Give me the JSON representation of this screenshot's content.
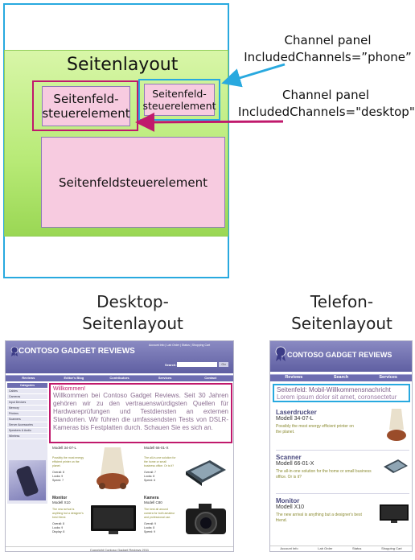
{
  "diagram": {
    "layout_title": "Seitenlayout",
    "control_a": "Seitenfeld-\nsteuerelement",
    "control_b": "Seitenfeld-\nsteuerelement",
    "control_c": "Seitenfeldsteuerelement",
    "annotation_phone": "Channel panel\nIncludedChannels=”phone”",
    "annotation_desktop": "Channel panel\nIncludedChannels=\"desktop\"",
    "colors": {
      "phone": "#28a9df",
      "desktop": "#c0196c",
      "layout": "#b7ea76",
      "control": "#f7cbe0"
    }
  },
  "captions": {
    "desktop": "Desktop-\nSeitenlayout",
    "phone": "Telefon-\nSeitenlayout"
  },
  "desktop_mock": {
    "logo": "CONTOSO GADGET REVIEWS",
    "top_links": "Account Info  |  Lab Order  |  Status  |  Shopping Cart",
    "search_label": "Search:",
    "search_button": "Go",
    "nav": [
      "Reviews",
      "Editor's Blog",
      "Contributors",
      "Services",
      "Contact"
    ],
    "categories_header": "Categories",
    "categories": [
      "Cables",
      "Cameras",
      "Input Devices",
      "Memory",
      "Printers",
      "Scanners",
      "Server Accessories",
      "Speakers & Audio",
      "Wireless"
    ],
    "welcome_title": "Willkommen!",
    "welcome_text": "Willkommen bei Contoso Gadget Reviews. Seit 30 Jahren gehören wir zu den vertrauenswürdigsten Quellen für Hardwareprüfungen und Testdiensten an externen Standorten. Wir führen die umfassendsten Tests von DSLR-Kameras bis Festplatten durch. Schauen Sie es sich an.",
    "products": [
      {
        "title": "",
        "model": "Modell 34-07-L",
        "desc": "Possibly the most energy efficient printer on the planet.",
        "ratings": "Overall: 8\nLooks: 9\nSpeed: 7"
      },
      {
        "title": "",
        "model": "Modell 66-01-X",
        "desc": "The all-in-one solution for the home or small business office. Or is it?",
        "ratings": "Overall: 7\nLooks: 8\nSpeed: 6"
      },
      {
        "title": "Monitor",
        "model": "Modell X10",
        "desc": "The new arrival is anything but a designer's best friend.",
        "ratings": "Overall: 8\nLooks: 9\nDisplay: 8"
      },
      {
        "title": "Kamera",
        "model": "Modell C80",
        "desc": "The best all around camera for both amateur and professional use.",
        "ratings": "Overall: 9\nLooks: 8\nSpeed: 9"
      }
    ],
    "footer": "Copyright Contoso Gadget Reviews 2011"
  },
  "phone_mock": {
    "logo": "CONTOSO GADGET REVIEWS",
    "nav": [
      "Reviews",
      "Search",
      "Services"
    ],
    "panel_title": "Seitenfeld: Mobil-Willkommensnachricht",
    "panel_text": "Lorem ipsum dolor sit amet, coronsectetur",
    "products": [
      {
        "title": "Laserdrucker",
        "model": "Modell 34-07-L",
        "desc": "Possibly the most energy efficient printer on the planet."
      },
      {
        "title": "Scanner",
        "model": "Modell 66-01-X",
        "desc": "The all-in-one solution for the home or small business office.  Or is it?"
      },
      {
        "title": "Monitor",
        "model": "Modell X10",
        "desc": "The new arrival is anything but a designer's best friend."
      }
    ],
    "footer": [
      "Account Info",
      "Lab Order",
      "Status",
      "Shopping Cart"
    ]
  }
}
